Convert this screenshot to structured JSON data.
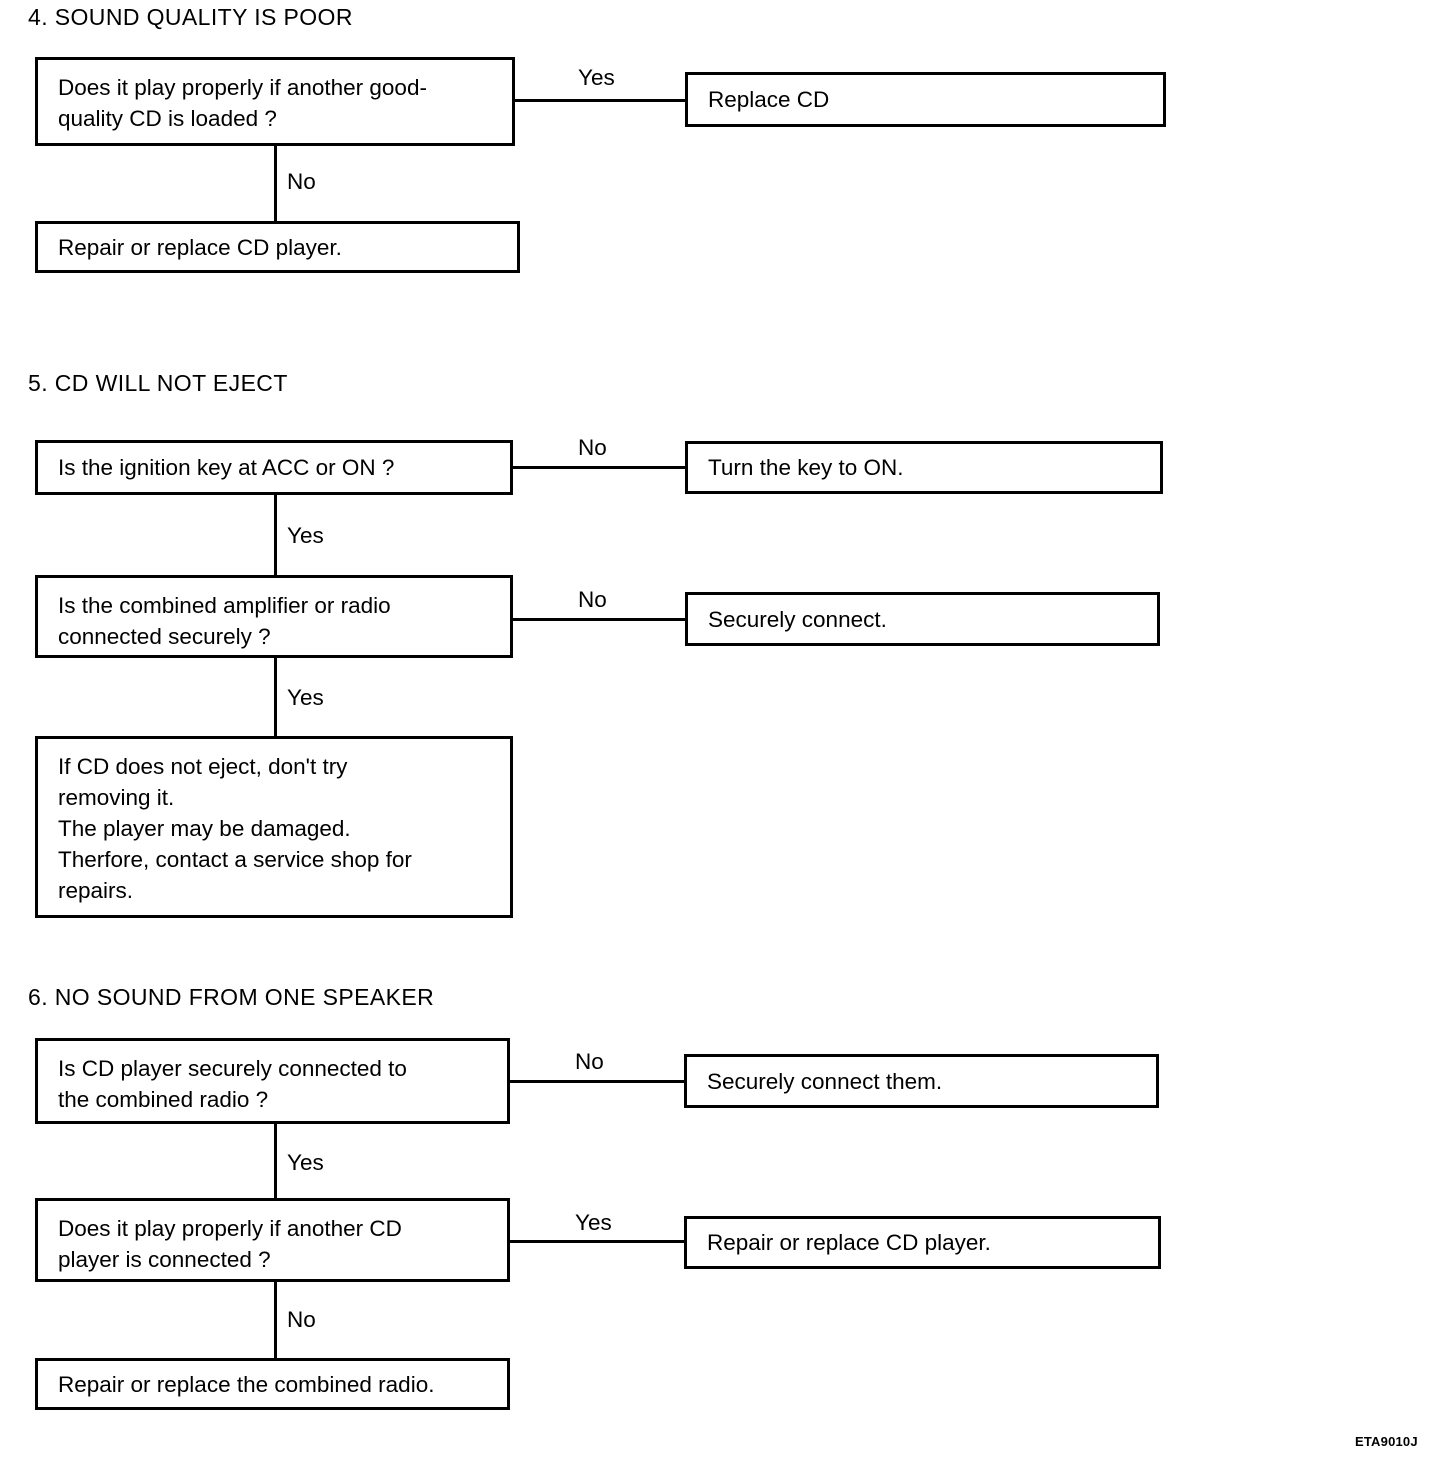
{
  "document": {
    "reference_code": "ETA9010J"
  },
  "sections": [
    {
      "id": "section-4",
      "title": "4.  SOUND QUALITY IS POOR",
      "nodes": {
        "q1": "Does it play properly if another good-\nquality CD is loaded ?",
        "yes_action": "Replace CD",
        "no_action": "Repair or replace CD player."
      },
      "edges": {
        "q1_yes": "Yes",
        "q1_no": "No"
      }
    },
    {
      "id": "section-5",
      "title": "5.  CD WILL NOT EJECT",
      "nodes": {
        "q1": "Is the ignition key at ACC or ON ?",
        "q1_no_action": "Turn the key to ON.",
        "q2": "Is the combined amplifier or radio\nconnected securely ?",
        "q2_no_action": "Securely connect.",
        "final_note": "If  CD does not eject, don't try\nremoving it.\nThe player may be damaged.\nTherfore,  contact a service shop for\nrepairs."
      },
      "edges": {
        "q1_no": "No",
        "q1_yes": "Yes",
        "q2_no": "No",
        "q2_yes": "Yes"
      }
    },
    {
      "id": "section-6",
      "title": "6.  NO SOUND FROM ONE SPEAKER",
      "nodes": {
        "q1": "Is CD player securely connected to\nthe combined radio ?",
        "q1_no_action": "Securely connect them.",
        "q2": "Does it play properly if another CD\nplayer is connected ?",
        "q2_yes_action": "Repair or replace CD player.",
        "q2_no_action": "Repair or replace the combined radio."
      },
      "edges": {
        "q1_no": "No",
        "q1_yes": "Yes",
        "q2_yes": "Yes",
        "q2_no": "No"
      }
    }
  ]
}
